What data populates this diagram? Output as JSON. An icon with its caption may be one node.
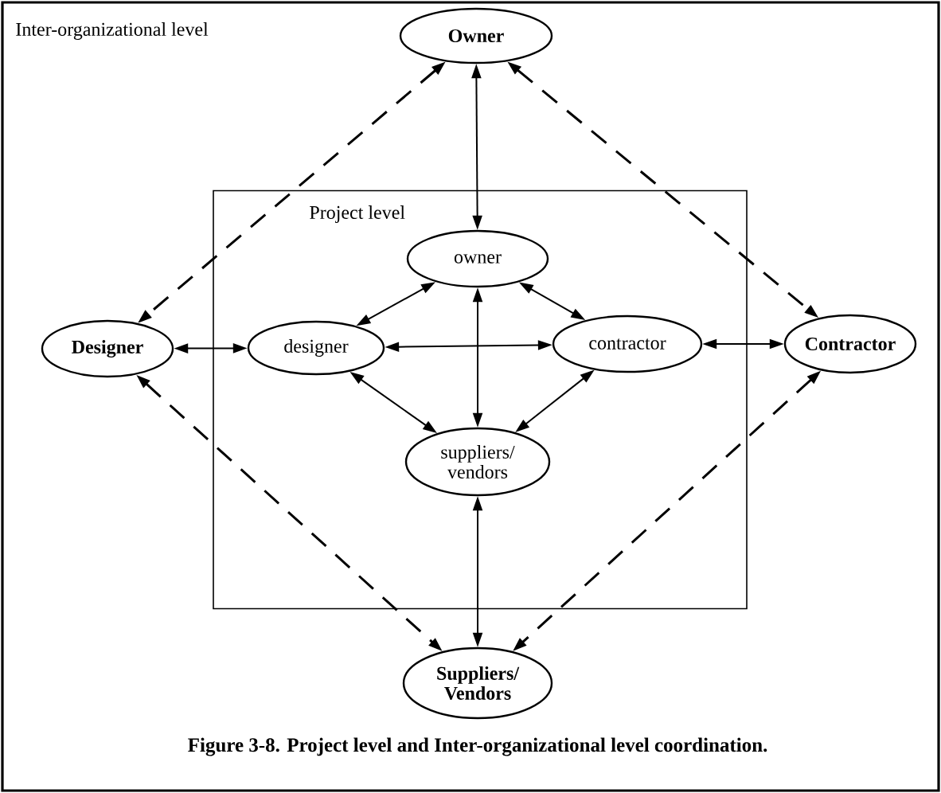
{
  "diagram": {
    "caption": "Figure 3-8.  Project level and Inter-organizational level coordination.",
    "nodes": [
      {
        "text": [
          "Inter-organizational level"
        ]
      },
      {
        "text": [
          "Owner"
        ],
        "in": 0
      },
      {
        "text": [
          "Project level"
        ],
        "in": 0
      },
      {
        "text": [
          "owner"
        ],
        "in": 2
      },
      {
        "text": [
          "Designer"
        ],
        "in": 0
      },
      {
        "text": [
          "designer"
        ],
        "in": 2
      },
      {
        "text": [
          "contractor"
        ],
        "in": 2
      },
      {
        "text": [
          "Contractor"
        ],
        "in": 0
      },
      {
        "text": [
          "suppliers/ vendors"
        ],
        "in": 2
      },
      {
        "text": [
          "Suppliers/ Vendors"
        ],
        "in": 0
      }
    ],
    "edges": [
      {
        "from": 1,
        "to": 3,
        "arrow": "both"
      },
      {
        "from": 1,
        "to": 4,
        "arrow": "both",
        "style": "dashed"
      },
      {
        "from": 1,
        "to": 7,
        "arrow": "both",
        "style": "dashed"
      },
      {
        "from": 3,
        "to": 5,
        "arrow": "both"
      },
      {
        "from": 3,
        "to": 6,
        "arrow": "both"
      },
      {
        "from": 3,
        "to": 8,
        "arrow": "both"
      },
      {
        "from": 4,
        "to": 5,
        "arrow": "both"
      },
      {
        "from": 5,
        "to": 6,
        "arrow": "both"
      },
      {
        "from": 6,
        "to": 7,
        "arrow": "both"
      },
      {
        "from": 5,
        "to": 8,
        "arrow": "both"
      },
      {
        "from": 6,
        "to": 8,
        "arrow": "both"
      },
      {
        "from": 4,
        "to": 9,
        "arrow": "both",
        "style": "dashed"
      },
      {
        "from": 7,
        "to": 9,
        "arrow": "both",
        "style": "dashed"
      },
      {
        "from": 8,
        "to": 9,
        "arrow": "both"
      }
    ]
  }
}
